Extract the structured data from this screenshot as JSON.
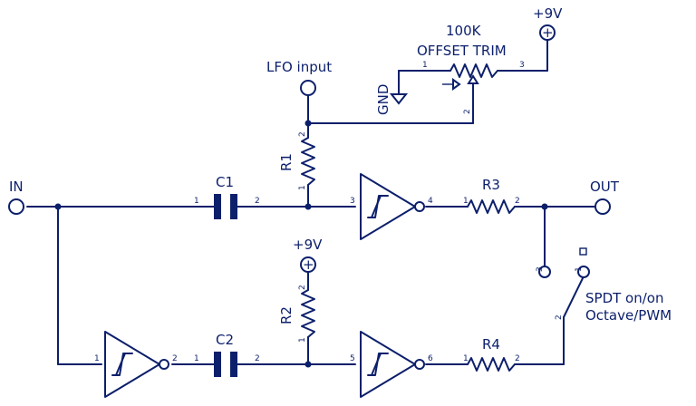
{
  "labels": {
    "in": "IN",
    "out": "OUT",
    "lfo": "LFO input",
    "trim_value": "100K",
    "trim_name": "OFFSET TRIM",
    "vcc_top": "+9V",
    "vcc_mid": "+9V",
    "gnd": "GND",
    "c1": "C1",
    "c2": "C2",
    "r1": "R1",
    "r2": "R2",
    "r3": "R3",
    "r4": "R4",
    "switch_line1": "SPDT on/on",
    "switch_line2": "Octave/PWM",
    "plus": "+"
  },
  "pins": {
    "pot_1": "1",
    "pot_2": "2",
    "pot_3": "3",
    "r1_1": "1",
    "r1_2": "2",
    "r2_1": "1",
    "r2_2": "2",
    "c1_1": "1",
    "c1_2": "2",
    "c2_1": "1",
    "c2_2": "2",
    "r3_1": "1",
    "r3_2": "2",
    "r4_1": "1",
    "r4_2": "2",
    "u1_in": "3",
    "u1_out": "4",
    "u2_in": "5",
    "u2_out": "6",
    "u3_in": "1",
    "u3_out": "2",
    "sw_1": "1",
    "sw_2": "2",
    "sw_3": "3"
  }
}
